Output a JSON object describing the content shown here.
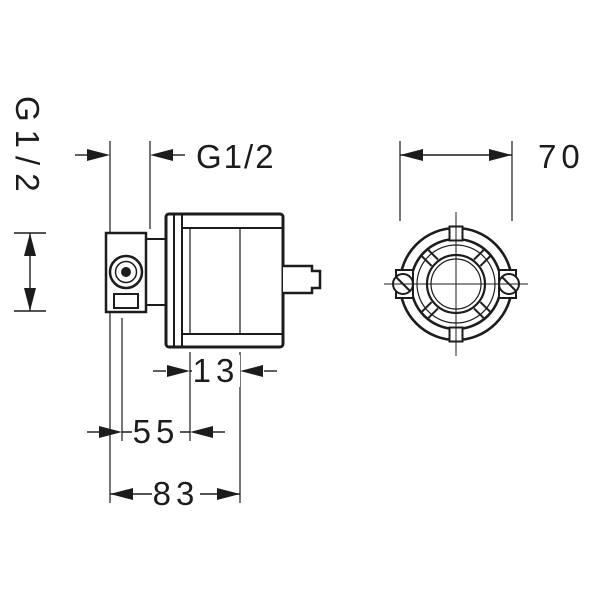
{
  "diagram": {
    "type": "technical-drawing",
    "subject": "concealed-valve-basic-set",
    "views": {
      "side_view": "valve side section with wall bracket",
      "front_view": "round mounting flange with screws"
    },
    "labels": {
      "thread_side": "G1/2",
      "thread_top": "G1/2",
      "diameter": "70",
      "depth_front": "13",
      "depth_mid": "55",
      "depth_total": "83"
    },
    "colors": {
      "line": "#1c1c1c",
      "background": "#ffffff"
    }
  }
}
